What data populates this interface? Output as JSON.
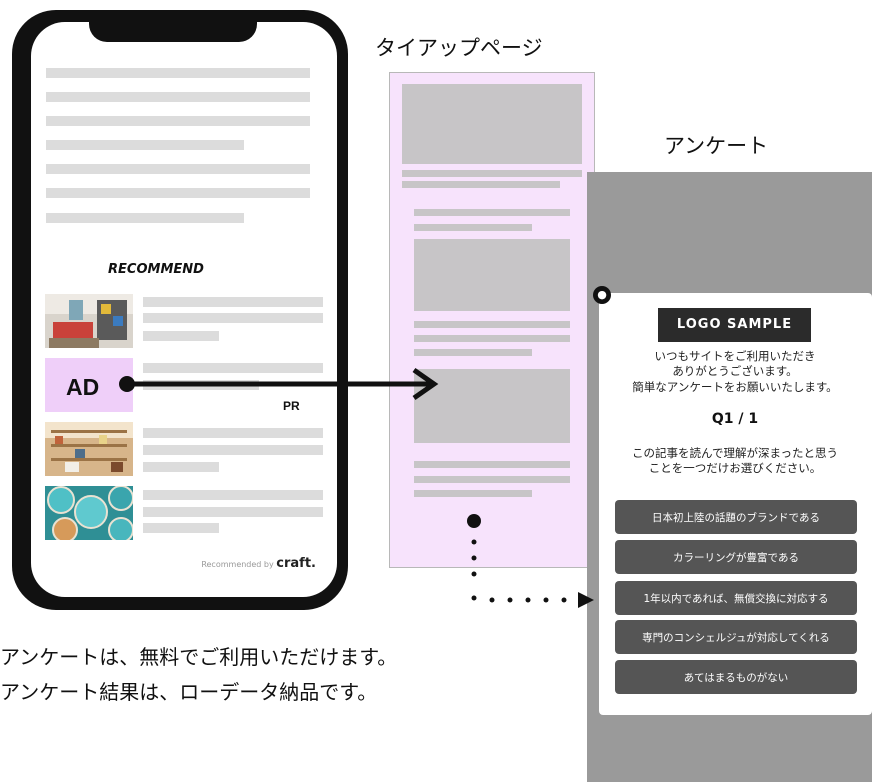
{
  "phone": {
    "recommend_label": "RECOMMEND",
    "ad_label": "AD",
    "pr_label": "PR",
    "credit_prefix": "Recommended by",
    "credit_brand": "craft."
  },
  "tieup": {
    "title": "タイアップページ"
  },
  "survey": {
    "title": "アンケート",
    "logo": "LOGO SAMPLE",
    "greeting_line1": "いつもサイトをご利用いただき",
    "greeting_line2": "ありがとうございます。",
    "greeting_line3": "簡単なアンケートをお願いいたします。",
    "question_number": "Q1 / 1",
    "question_line1": "この記事を読んで理解が深まったと思う",
    "question_line2": "ことを一つだけお選びください。",
    "options": [
      "日本初上陸の話題のブランドである",
      "カラーリングが豊富である",
      "1年以内であれば、無償交換に対応する",
      "専門のコンシェルジュが対応してくれる",
      "あてはまるものがない"
    ]
  },
  "note": {
    "line1": "アンケートは、無料でご利用いただけます。",
    "line2": "アンケート結果は、ローデータ納品です。"
  }
}
